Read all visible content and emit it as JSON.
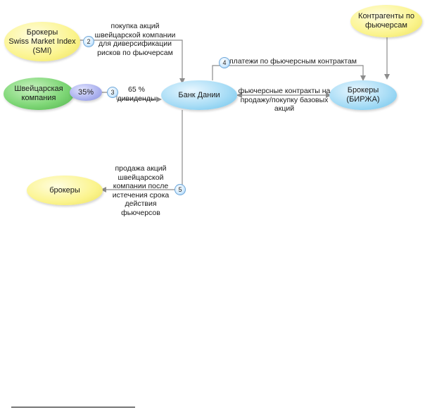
{
  "nodes": {
    "brokers_smi": "Брокеры\nSwiss Market Index\n(SMI)",
    "contragents": "Контрагенты по\nфьючерсам",
    "swiss_company": "Швейцарская\nкомпания",
    "share": "35%",
    "bank": "Банк Дании",
    "brokers_exchange": "Брокеры\n(БИРЖА)",
    "brokers_bottom": "брокеры"
  },
  "edges": {
    "e2": {
      "badge": "2",
      "label": "покупка акций\nшвейцарской компании\nдля диверсификации\nрисков по фьючерсам"
    },
    "e3": {
      "badge": "3",
      "label": "65 %\nдивиденды"
    },
    "e4": {
      "badge": "4",
      "label": "платежи по фьючерсным контрактам"
    },
    "e_contract": {
      "label": "фьючерсные контракты на\nпродажу/покупку базовых\nакций"
    },
    "e5": {
      "badge": "5",
      "label": "продажа акций\nшвейцарской\nкомпании после\nистечения срока\nдействия\nфьючерсов"
    }
  },
  "colors": {
    "line": "#8c8c8c",
    "yellow_node": "#fbf48e",
    "blue_node": "#a9ddf6",
    "green_node": "#7fd777",
    "share_node": "#aab0ee"
  }
}
